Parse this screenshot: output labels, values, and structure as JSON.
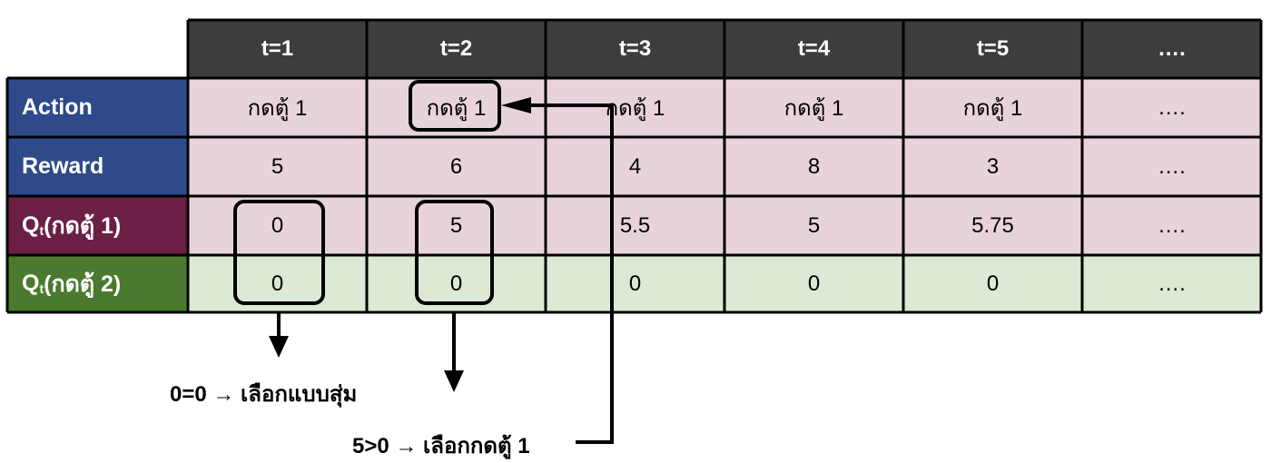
{
  "columns": [
    "t=1",
    "t=2",
    "t=3",
    "t=4",
    "t=5",
    "…."
  ],
  "rows": [
    {
      "label": "Action",
      "sub": "",
      "suffix": "",
      "cells": [
        "กดตู้ 1",
        "กดตู้ 1",
        "กดตู้ 1",
        "กดตู้ 1",
        "กดตู้ 1",
        "…."
      ]
    },
    {
      "label": "Reward",
      "sub": "",
      "suffix": "",
      "cells": [
        "5",
        "6",
        "4",
        "8",
        "3",
        "…."
      ]
    },
    {
      "label": "Q",
      "sub": "t",
      "suffix": "(กดตู้ 1)",
      "cells": [
        "0",
        "5",
        "5.5",
        "5",
        "5.75",
        "…."
      ]
    },
    {
      "label": "Q",
      "sub": "t",
      "suffix": "(กดตู้ 2)",
      "cells": [
        "0",
        "0",
        "0",
        "0",
        "0",
        "…."
      ]
    }
  ],
  "annotations": {
    "note_random": "0=0 → เลือกแบบสุ่ม",
    "note_choose": "5>0 → เลือกกดตู้ 1"
  },
  "colors": {
    "header": "#3d3d3d",
    "action_label": "#2e4a8a",
    "reward_label": "#2e4a8a",
    "q1_label": "#6b1f45",
    "q2_label": "#4b7a2e",
    "pink_row": "#e8d3dd",
    "green_row": "#dce9d4",
    "border": "#000000"
  }
}
